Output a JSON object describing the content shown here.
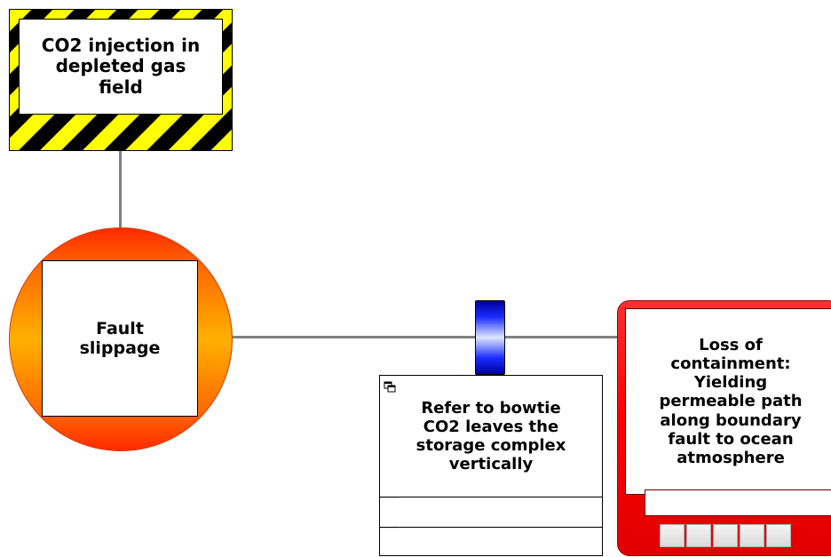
{
  "hazard": {
    "label": "CO2 injection in\ndepleted gas\nfield",
    "colors": {
      "stripe_a": "#ffff00",
      "stripe_b": "#000000"
    }
  },
  "threat": {
    "label": "Fault\nslippage",
    "colors": {
      "outer": "#ff6a00",
      "center": "#ffb000"
    }
  },
  "barrier": {
    "label": "Refer to bowtie\nCO2 leaves the\nstorage complex\nvertically",
    "icon": "linked-diagram-icon",
    "color": "#1a2cff"
  },
  "top_event": {
    "label": "Loss of\ncontainment:\nYielding\npermeable path\nalong boundary\nfault to ocean\natmosphere",
    "color": "#ff0000",
    "cell_count": 5
  }
}
